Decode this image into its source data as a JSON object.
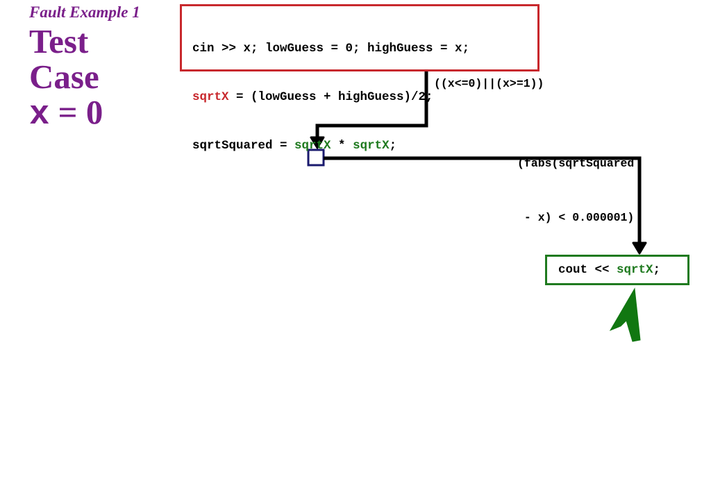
{
  "header": {
    "subtitle": "Fault Example 1",
    "title_line1": "Test",
    "title_line2": "Case",
    "title_var": "x",
    "title_eq": " = 0"
  },
  "code_block": {
    "line1": "cin >> x; lowGuess = 0; highGuess = x;",
    "line2_var": "sqrtX",
    "line2_rest": " = (lowGuess + highGuess)/2;",
    "line3_a": "sqrtSquared = ",
    "line3_var1": "sqrtX",
    "line3_b": " * ",
    "line3_var2": "sqrtX",
    "line3_c": ";"
  },
  "conditions": {
    "loop_condition": "((x<=0)||(x>=1))",
    "exit_condition_line1": "(fabs(sqrtSquared",
    "exit_condition_line2": " - x) < 0.000001)"
  },
  "output_block": {
    "prefix": "cout << ",
    "var": "sqrtX",
    "suffix": ";"
  },
  "colors": {
    "title": "#7a1f8a",
    "fault_red": "#c8282d",
    "ok_green": "#1f7a1f",
    "node_navy": "#1a1a6e",
    "arrow_green": "#117711"
  }
}
